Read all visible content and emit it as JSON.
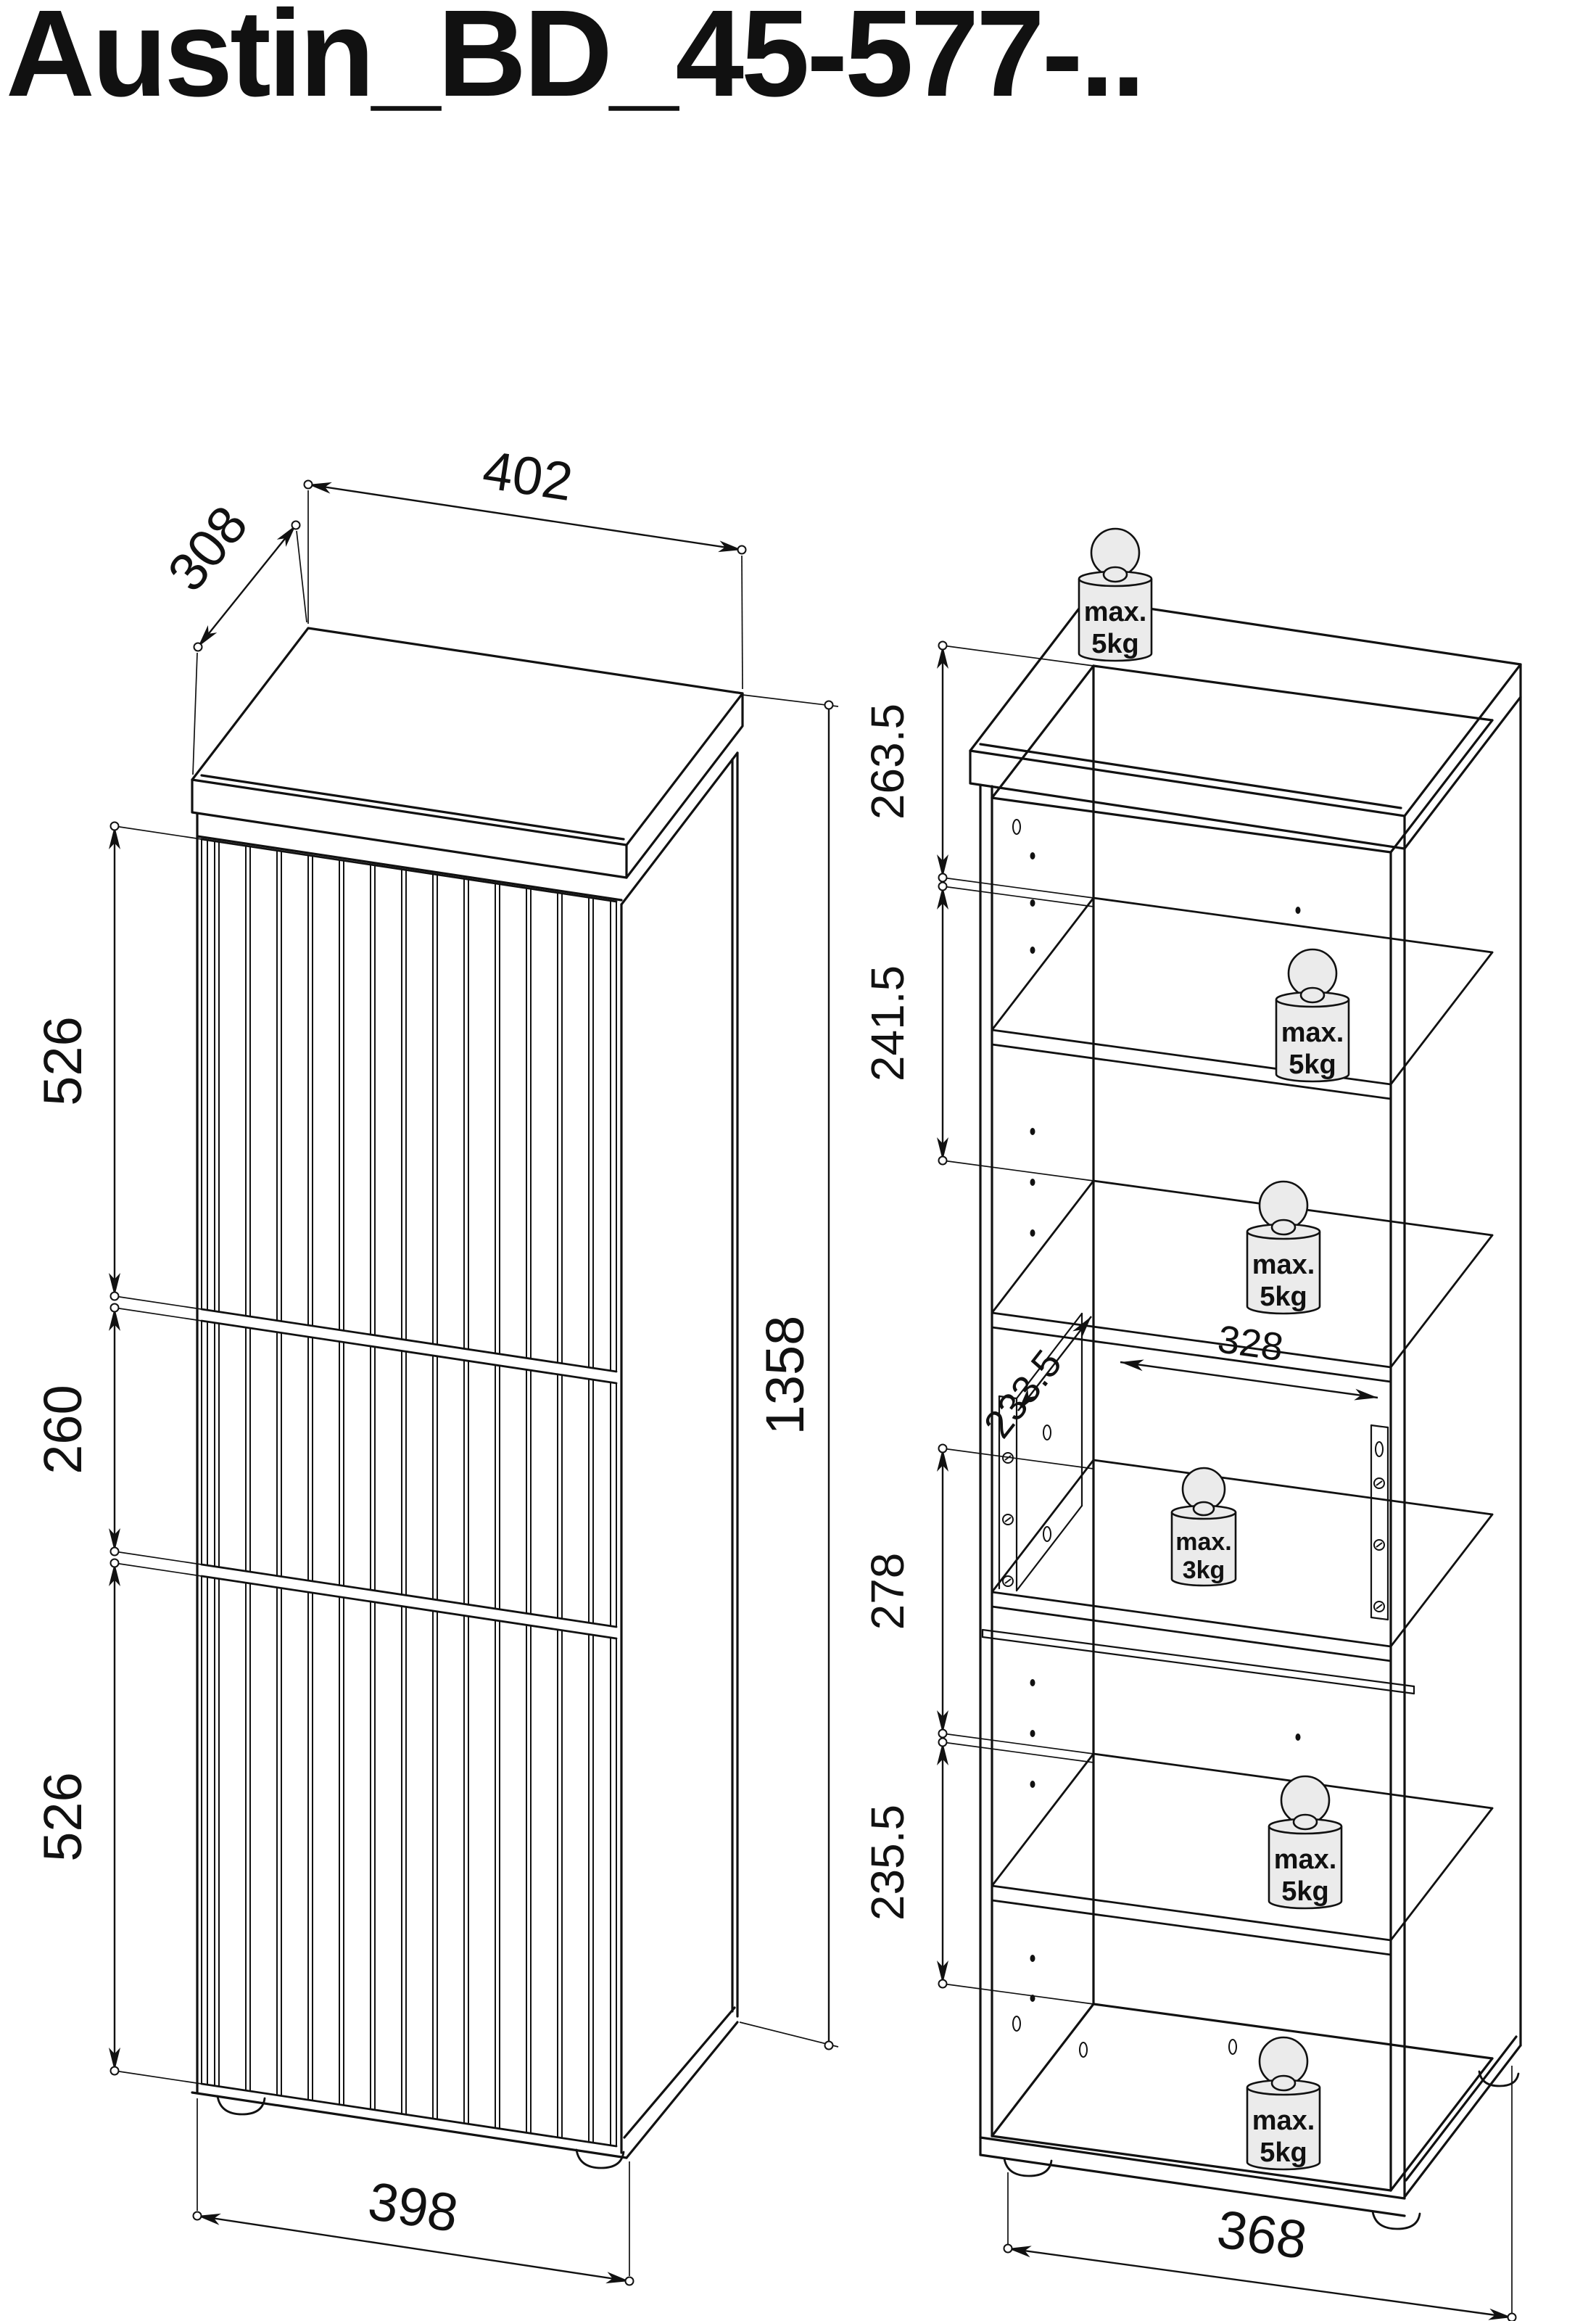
{
  "title": "Austin_BD_45-577-..",
  "dimensions": {
    "closed_view": {
      "top_width": "402",
      "top_depth": "308",
      "upper_door_height": "526",
      "drawer_height": "260",
      "lower_door_height": "526",
      "total_height": "1358",
      "bottom_width": "398"
    },
    "open_view": {
      "top_section_height": "263.5",
      "second_section_height": "241.5",
      "drawer_bay_depth": "233.5",
      "drawer_bay_width": "328",
      "fourth_section_height": "278",
      "bottom_section_height": "235.5",
      "bottom_width": "368"
    }
  },
  "weight_labels": {
    "top": {
      "line1": "max.",
      "line2": "5kg"
    },
    "shelf1": {
      "line1": "max.",
      "line2": "5kg"
    },
    "shelf2": {
      "line1": "max.",
      "line2": "5kg"
    },
    "drawer": {
      "line1": "max.",
      "line2": "3kg"
    },
    "shelf3": {
      "line1": "max.",
      "line2": "5kg"
    },
    "bottom": {
      "line1": "max.",
      "line2": "5kg"
    }
  }
}
